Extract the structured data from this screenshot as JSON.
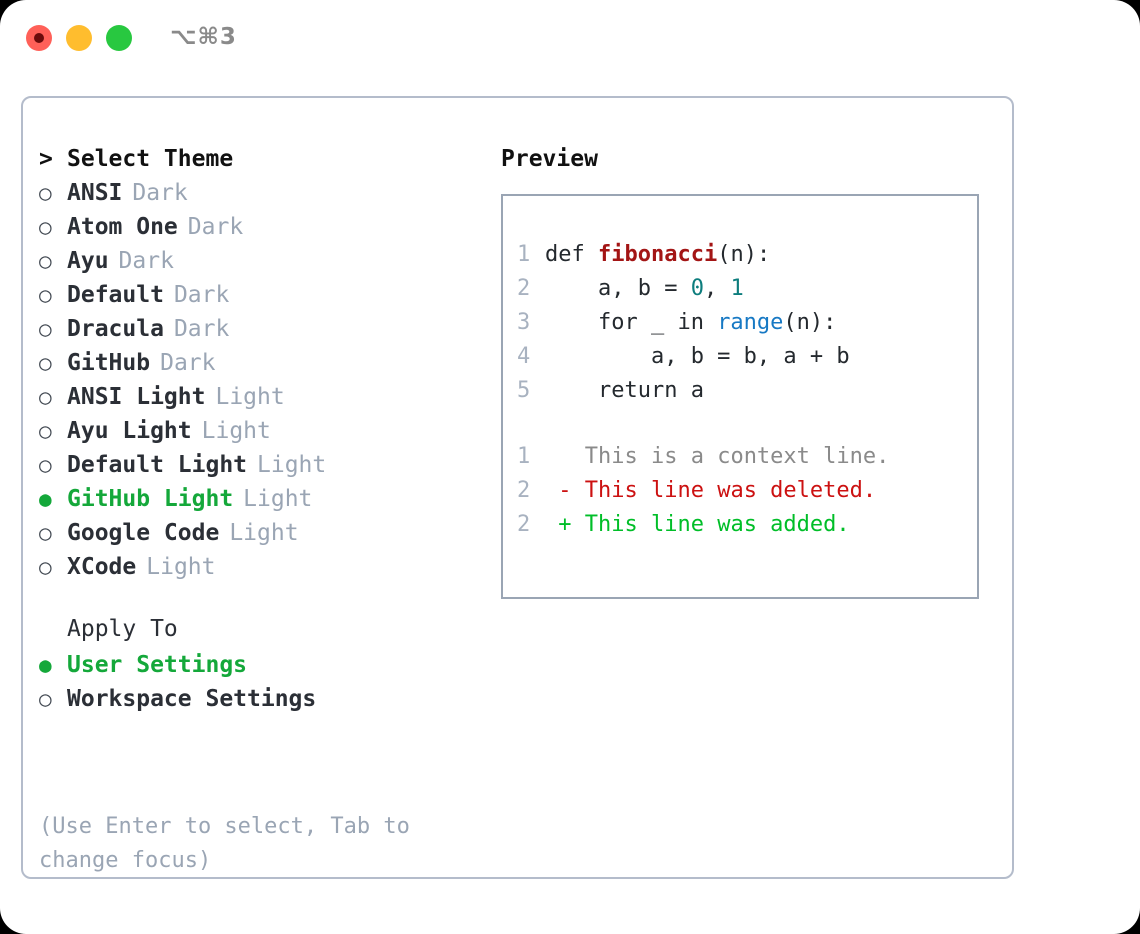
{
  "titlebar": {
    "shortcut": "⌥⌘3",
    "dots": [
      "close-dot",
      "minimize-dot",
      "maximize-dot"
    ]
  },
  "theme_picker": {
    "header_prefix": ">",
    "header": "Select Theme",
    "bullet_unselected": "○",
    "bullet_selected": "●",
    "items": [
      {
        "label": "ANSI",
        "suffix": "Dark",
        "selected": false
      },
      {
        "label": "Atom One",
        "suffix": "Dark",
        "selected": false
      },
      {
        "label": "Ayu",
        "suffix": "Dark",
        "selected": false
      },
      {
        "label": "Default",
        "suffix": "Dark",
        "selected": false
      },
      {
        "label": "Dracula",
        "suffix": "Dark",
        "selected": false
      },
      {
        "label": "GitHub",
        "suffix": "Dark",
        "selected": false
      },
      {
        "label": "ANSI Light",
        "suffix": "Light",
        "selected": false
      },
      {
        "label": "Ayu Light",
        "suffix": "Light",
        "selected": false
      },
      {
        "label": "Default Light",
        "suffix": "Light",
        "selected": false
      },
      {
        "label": "GitHub Light",
        "suffix": "Light",
        "selected": true
      },
      {
        "label": "Google Code",
        "suffix": "Light",
        "selected": false
      },
      {
        "label": "XCode",
        "suffix": "Light",
        "selected": false
      }
    ]
  },
  "apply_to": {
    "header": "Apply To",
    "items": [
      {
        "label": "User Settings",
        "selected": true
      },
      {
        "label": "Workspace Settings",
        "selected": false
      }
    ]
  },
  "hint": "(Use Enter to select, Tab to change focus)",
  "preview": {
    "title": "Preview",
    "code_lines": [
      {
        "num": "1",
        "parts": [
          {
            "t": "def ",
            "c": "code-text"
          },
          {
            "t": "fibonacci",
            "c": "tok-fn"
          },
          {
            "t": "(n):",
            "c": "code-text"
          }
        ]
      },
      {
        "num": "2",
        "parts": [
          {
            "t": "    a, b = ",
            "c": "code-text"
          },
          {
            "t": "0",
            "c": "tok-num"
          },
          {
            "t": ", ",
            "c": "code-text"
          },
          {
            "t": "1",
            "c": "tok-num"
          }
        ]
      },
      {
        "num": "3",
        "parts": [
          {
            "t": "    for _ in ",
            "c": "code-text"
          },
          {
            "t": "range",
            "c": "tok-call"
          },
          {
            "t": "(n):",
            "c": "code-text"
          }
        ]
      },
      {
        "num": "4",
        "parts": [
          {
            "t": "        a, b = b, a + b",
            "c": "code-text"
          }
        ]
      },
      {
        "num": "5",
        "parts": [
          {
            "t": "    return a",
            "c": "code-text"
          }
        ]
      }
    ],
    "diff_lines": [
      {
        "num": "1",
        "marker": "  ",
        "text": "This is a context line.",
        "kind": "tok-ctx"
      },
      {
        "num": "2",
        "marker": "- ",
        "text": "This line was deleted.",
        "kind": "tok-del"
      },
      {
        "num": "2",
        "marker": "+ ",
        "text": "This line was added.",
        "kind": "tok-add"
      }
    ]
  },
  "colors": {
    "accent_green": "#14a83a",
    "diff_added": "#00be28",
    "diff_deleted": "#cc1111",
    "muted": "#9aa5b4",
    "border": "#b4bccb",
    "function": "#a31515",
    "number": "#0d7d7d",
    "builtin": "#1779c4"
  }
}
